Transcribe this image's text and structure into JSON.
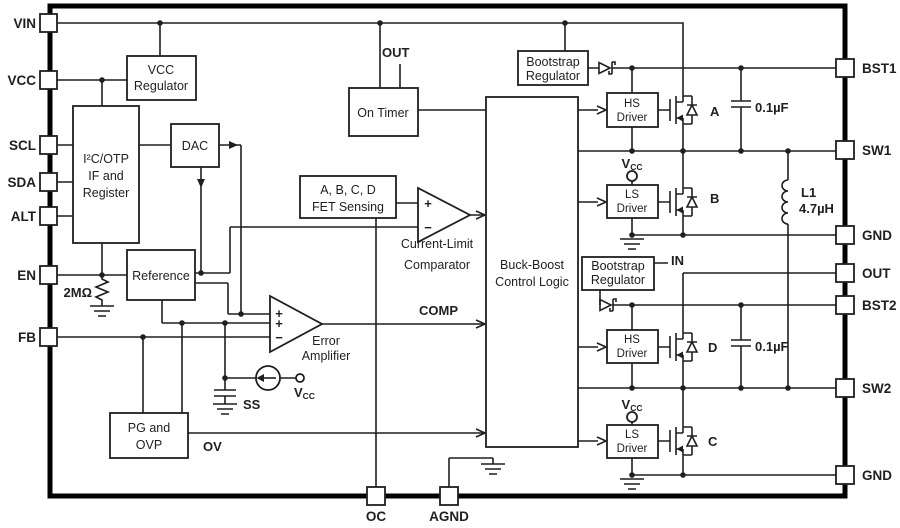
{
  "pins": {
    "vin": "VIN",
    "vcc": "VCC",
    "scl": "SCL",
    "sda": "SDA",
    "alt": "ALT",
    "en": "EN",
    "fb": "FB",
    "bst1": "BST1",
    "sw1": "SW1",
    "gnd1": "GND",
    "out": "OUT",
    "bst2": "BST2",
    "sw2": "SW2",
    "gnd2": "GND",
    "oc": "OC",
    "agnd": "AGND"
  },
  "blocks": {
    "vcc_regulator": {
      "l1": "VCC",
      "l2": "Regulator"
    },
    "i2c": {
      "l1": "I²C/OTP",
      "l2": "IF and",
      "l3": "Register"
    },
    "dac": {
      "l1": "DAC"
    },
    "reference": {
      "l1": "Reference"
    },
    "on_timer": {
      "l1": "On Timer"
    },
    "bootstrap1": {
      "l1": "Bootstrap",
      "l2": "Regulator"
    },
    "bootstrap2": {
      "l1": "Bootstrap",
      "l2": "Regulator"
    },
    "fet_sensing": {
      "l1": "A, B, C, D",
      "l2": "FET Sensing"
    },
    "control_logic": {
      "l1": "Buck-Boost",
      "l2": "Control Logic"
    },
    "pg_ovp": {
      "l1": "PG and",
      "l2": "OVP"
    },
    "hs_driver1": {
      "l1": "HS",
      "l2": "Driver"
    },
    "ls_driver1": {
      "l1": "LS",
      "l2": "Driver"
    },
    "hs_driver2": {
      "l1": "HS",
      "l2": "Driver"
    },
    "ls_driver2": {
      "l1": "LS",
      "l2": "Driver"
    }
  },
  "amps": {
    "error": {
      "l1": "Error",
      "l2": "Amplifier"
    },
    "comparator": {
      "l1": "Current-Limit",
      "l2": "Comparator"
    },
    "plus": "+",
    "minus": "−"
  },
  "labels": {
    "out_top": "OUT",
    "in": "IN",
    "comp": "COMP",
    "ov": "OV",
    "ss": "SS",
    "r_en": "2MΩ",
    "cap1": "0.1µF",
    "cap2": "0.1µF",
    "l1": "L1",
    "l1_value": "4.7µH",
    "fet_a": "A",
    "fet_b": "B",
    "fet_c": "C",
    "fet_d": "D",
    "vcc_v": "V",
    "vcc_sub": "CC"
  },
  "colors": {
    "ink": "#1f1f1f",
    "border": "#000000",
    "background": "#ffffff"
  }
}
